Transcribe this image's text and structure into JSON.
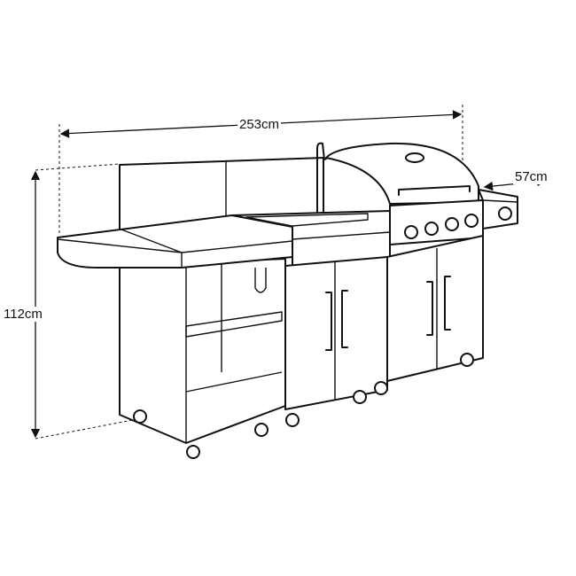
{
  "dimensions": {
    "width": "253cm",
    "depth": "57cm",
    "height": "112cm"
  },
  "colors": {
    "line": "#111111",
    "background": "#ffffff"
  }
}
